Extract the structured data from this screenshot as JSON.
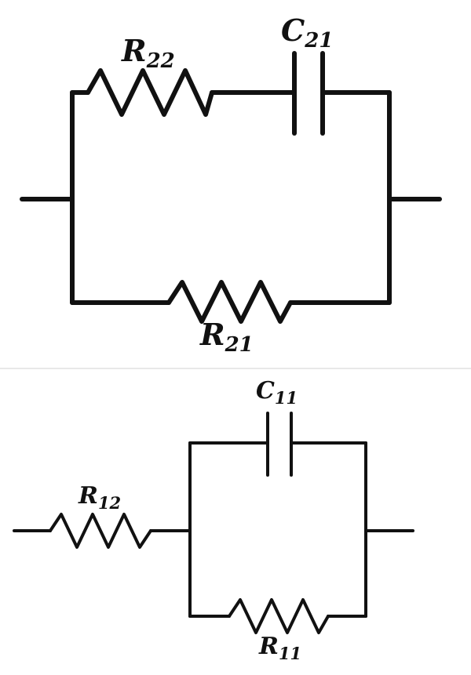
{
  "circuits": {
    "top": {
      "r22": {
        "main": "R",
        "sub": "22"
      },
      "c21": {
        "main": "C",
        "sub": "21"
      },
      "r21": {
        "main": "R",
        "sub": "21"
      }
    },
    "bottom": {
      "r12": {
        "main": "R",
        "sub": "12"
      },
      "c11": {
        "main": "C",
        "sub": "11"
      },
      "r11": {
        "main": "R",
        "sub": "11"
      }
    }
  }
}
